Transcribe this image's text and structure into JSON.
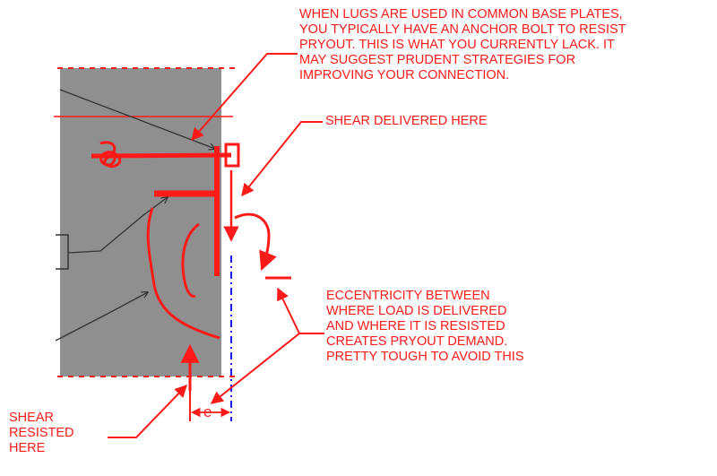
{
  "annotations": {
    "pryout_note": "WHEN LUGS ARE USED IN COMMON BASE PLATES,\nYOU TYPICALLY HAVE AN ANCHOR BOLT TO RESIST\nPRYOUT.  THIS IS WHAT YOU CURRENTLY LACK.  IT\nMAY SUGGEST PRUDENT STRATEGIES FOR\nIMPROVING YOUR CONNECTION.",
    "shear_delivered": "SHEAR DELIVERED HERE",
    "eccentricity_note": "ECCENTRICITY BETWEEN\nWHERE LOAD IS DELIVERED\nAND WHERE IT IS RESISTED\nCREATES PRYOUT DEMAND.\nPRETTY TOUGH TO AVOID THIS",
    "shear_resisted": "SHEAR\nRESISTED\nHERE",
    "eccentricity_symbol": "e"
  },
  "colors": {
    "markup": "#ff1a1a",
    "concrete": "#8f8f8f",
    "centerline": "#1a1aff",
    "sketch_lines": "#333333"
  }
}
